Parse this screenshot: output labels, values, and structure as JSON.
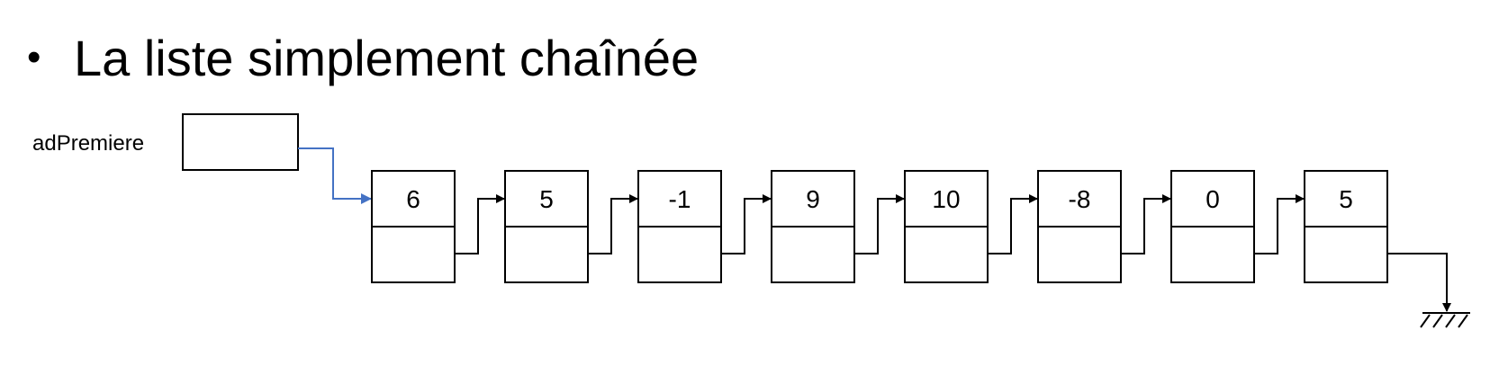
{
  "title": "La liste simplement chaînée",
  "bullet": "•",
  "head_pointer": {
    "label": "adPremiere"
  },
  "nodes": [
    "6",
    "5",
    "-1",
    "9",
    "10",
    "-8",
    "0",
    "5"
  ],
  "colors": {
    "head_arrow": "#4472C4",
    "stroke": "#000000"
  }
}
